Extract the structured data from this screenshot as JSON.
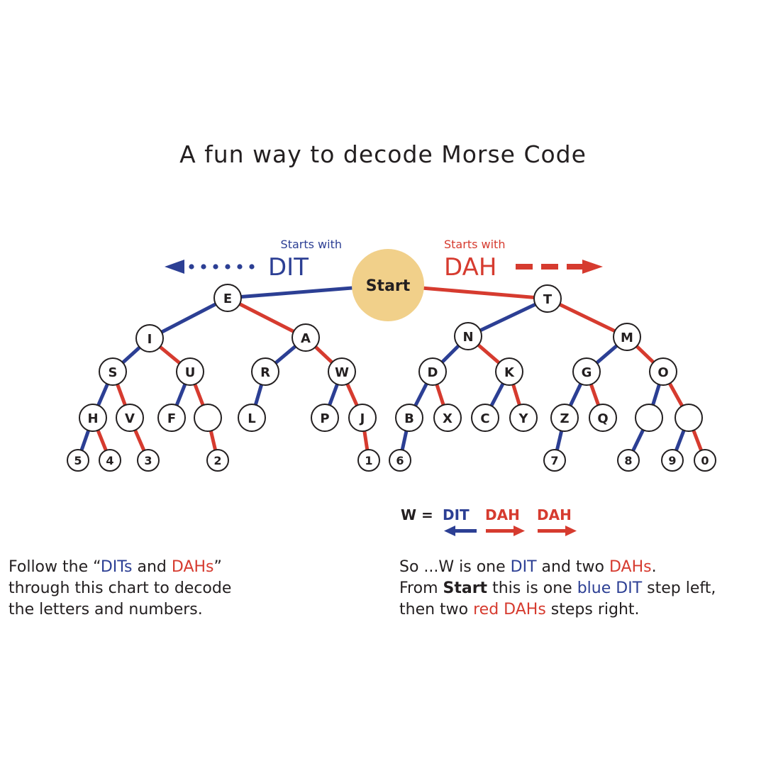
{
  "title": "A fun way to decode Morse Code",
  "colors": {
    "dit": "#2c3f94",
    "dah": "#d63b2f",
    "start_fill": "#f1d08a",
    "text": "#231f20"
  },
  "direction_labels": {
    "dit_small": "Starts with",
    "dit_big": "DIT",
    "dah_small": "Starts with",
    "dah_big": "DAH"
  },
  "start_label": "Start",
  "tree": [
    {
      "id": "E",
      "label": "E",
      "parent": "start",
      "edge": "dit"
    },
    {
      "id": "T",
      "label": "T",
      "parent": "start",
      "edge": "dah"
    },
    {
      "id": "I",
      "label": "I",
      "parent": "E",
      "edge": "dit"
    },
    {
      "id": "A",
      "label": "A",
      "parent": "E",
      "edge": "dah"
    },
    {
      "id": "N",
      "label": "N",
      "parent": "T",
      "edge": "dit"
    },
    {
      "id": "M",
      "label": "M",
      "parent": "T",
      "edge": "dah"
    },
    {
      "id": "S",
      "label": "S",
      "parent": "I",
      "edge": "dit"
    },
    {
      "id": "U",
      "label": "U",
      "parent": "I",
      "edge": "dah"
    },
    {
      "id": "R",
      "label": "R",
      "parent": "A",
      "edge": "dit"
    },
    {
      "id": "W",
      "label": "W",
      "parent": "A",
      "edge": "dah"
    },
    {
      "id": "D",
      "label": "D",
      "parent": "N",
      "edge": "dit"
    },
    {
      "id": "K",
      "label": "K",
      "parent": "N",
      "edge": "dah"
    },
    {
      "id": "G",
      "label": "G",
      "parent": "M",
      "edge": "dit"
    },
    {
      "id": "O",
      "label": "O",
      "parent": "M",
      "edge": "dah"
    },
    {
      "id": "H",
      "label": "H",
      "parent": "S",
      "edge": "dit"
    },
    {
      "id": "V",
      "label": "V",
      "parent": "S",
      "edge": "dah"
    },
    {
      "id": "F",
      "label": "F",
      "parent": "U",
      "edge": "dit"
    },
    {
      "id": "U2",
      "label": "",
      "parent": "U",
      "edge": "dah"
    },
    {
      "id": "L",
      "label": "L",
      "parent": "R",
      "edge": "dit"
    },
    {
      "id": "P",
      "label": "P",
      "parent": "W",
      "edge": "dit"
    },
    {
      "id": "J",
      "label": "J",
      "parent": "W",
      "edge": "dah"
    },
    {
      "id": "B",
      "label": "B",
      "parent": "D",
      "edge": "dit"
    },
    {
      "id": "X",
      "label": "X",
      "parent": "D",
      "edge": "dah"
    },
    {
      "id": "C",
      "label": "C",
      "parent": "K",
      "edge": "dit"
    },
    {
      "id": "Y",
      "label": "Y",
      "parent": "K",
      "edge": "dah"
    },
    {
      "id": "Z",
      "label": "Z",
      "parent": "G",
      "edge": "dit"
    },
    {
      "id": "Q",
      "label": "Q",
      "parent": "G",
      "edge": "dah"
    },
    {
      "id": "O1",
      "label": "",
      "parent": "O",
      "edge": "dit"
    },
    {
      "id": "O2",
      "label": "",
      "parent": "O",
      "edge": "dah"
    },
    {
      "id": "n5",
      "label": "5",
      "parent": "H",
      "edge": "dit"
    },
    {
      "id": "n4",
      "label": "4",
      "parent": "H",
      "edge": "dah"
    },
    {
      "id": "n3",
      "label": "3",
      "parent": "V",
      "edge": "dah"
    },
    {
      "id": "n2",
      "label": "2",
      "parent": "U2",
      "edge": "dah"
    },
    {
      "id": "n1",
      "label": "1",
      "parent": "J",
      "edge": "dah"
    },
    {
      "id": "n6",
      "label": "6",
      "parent": "B",
      "edge": "dit"
    },
    {
      "id": "n7",
      "label": "7",
      "parent": "Z",
      "edge": "dit"
    },
    {
      "id": "n8",
      "label": "8",
      "parent": "O1",
      "edge": "dit"
    },
    {
      "id": "n9",
      "label": "9",
      "parent": "O2",
      "edge": "dit"
    },
    {
      "id": "n0",
      "label": "0",
      "parent": "O2",
      "edge": "dah"
    }
  ],
  "example": {
    "prefix": "W =",
    "steps": [
      {
        "label": "DIT",
        "type": "dit"
      },
      {
        "label": "DAH",
        "type": "dah"
      },
      {
        "label": "DAH",
        "type": "dah"
      }
    ]
  },
  "left_caption": {
    "l1_a": "Follow the “",
    "l1_dits": "DITs",
    "l1_b": " and ",
    "l1_dahs": "DAHs",
    "l1_c": "”",
    "l2": "through this chart to decode",
    "l3": "the letters and numbers."
  },
  "right_caption": {
    "l1_a": "So ...W is one ",
    "l1_dit": "DIT",
    "l1_b": " and two ",
    "l1_dahs": "DAHs",
    "l1_c": ".",
    "l2_a": "From ",
    "l2_start": "Start",
    "l2_b": " this is one ",
    "l2_blue": "blue DIT",
    "l2_c": " step left,",
    "l3_a": "then two ",
    "l3_red": "red DAHs",
    "l3_b": " steps right."
  }
}
